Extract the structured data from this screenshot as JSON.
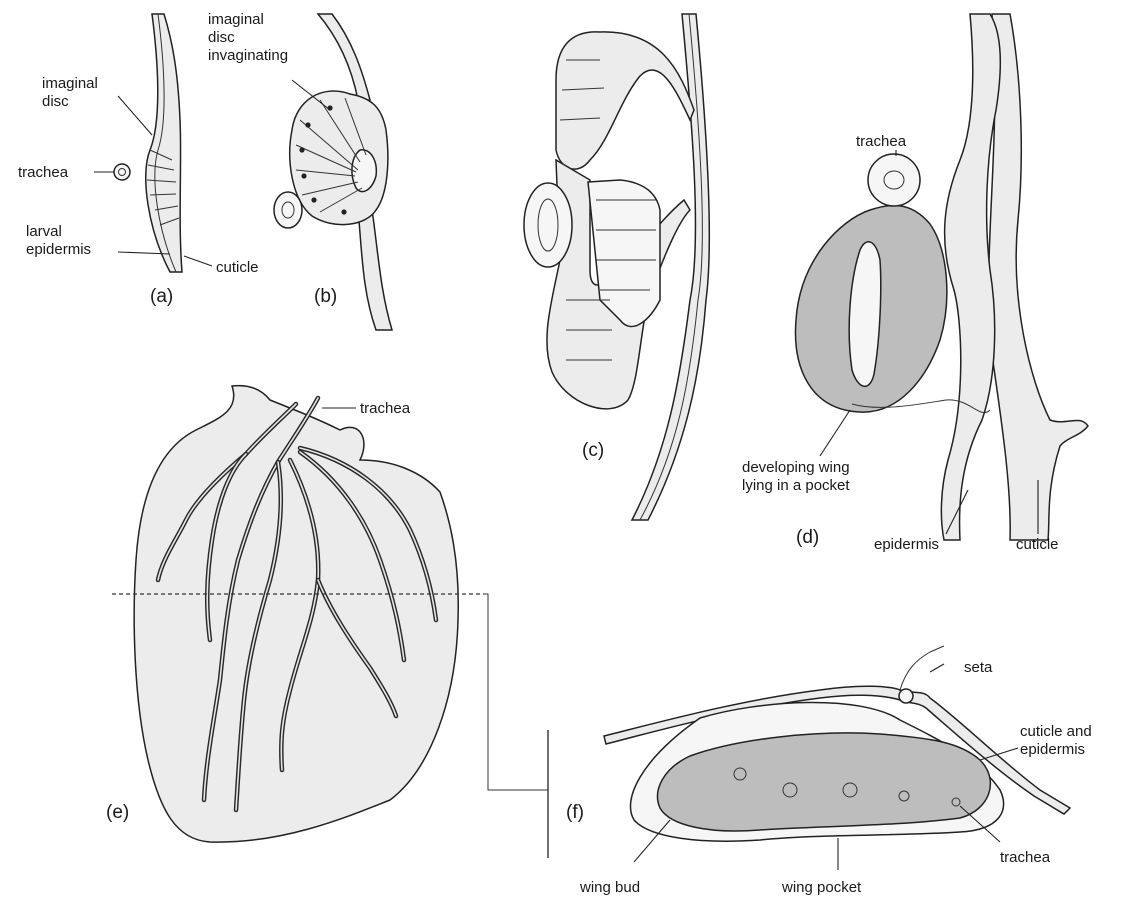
{
  "labels": {
    "a": {
      "imaginal_disc": [
        "imaginal",
        "disc"
      ],
      "trachea": "trachea",
      "larval_epidermis": [
        "larval",
        "epidermis"
      ],
      "cuticle": "cuticle",
      "panel": "(a)"
    },
    "b": {
      "imaginal_disc_invaginating": [
        "imaginal",
        "disc",
        "invaginating"
      ],
      "panel": "(b)"
    },
    "c": {
      "panel": "(c)"
    },
    "d": {
      "trachea": "trachea",
      "developing_wing": [
        "developing wing",
        "lying in a pocket"
      ],
      "epidermis": "epidermis",
      "cuticle": "cuticle",
      "panel": "(d)"
    },
    "e": {
      "trachea": "trachea",
      "panel": "(e)"
    },
    "f": {
      "seta": "seta",
      "cuticle_and_epidermis": [
        "cuticle and",
        "epidermis"
      ],
      "trachea": "trachea",
      "wing_bud": "wing bud",
      "wing_pocket": "wing pocket",
      "panel": "(f)"
    }
  }
}
